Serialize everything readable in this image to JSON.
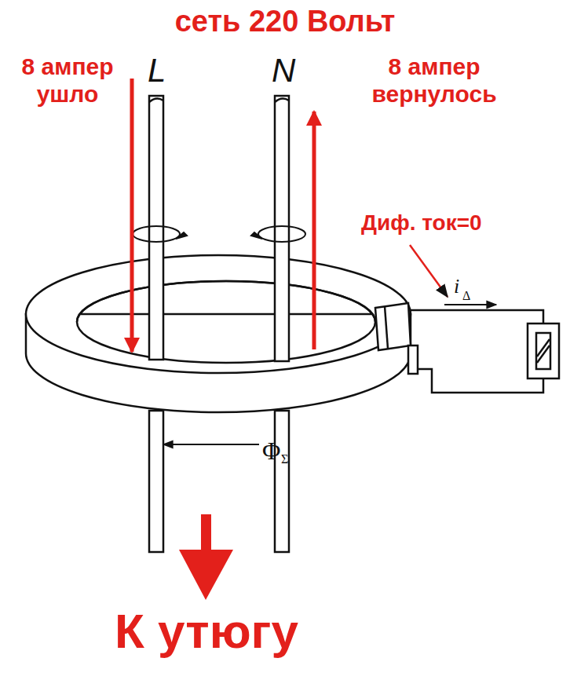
{
  "diagram": {
    "title": "сеть 220 Вольт",
    "labels": [
      "8 ампер ушло",
      "L",
      "N",
      "8 ампер вернулось",
      "Диф. ток=0",
      "i",
      "Δ",
      "Φ",
      "Σ",
      "К утюгу"
    ]
  }
}
